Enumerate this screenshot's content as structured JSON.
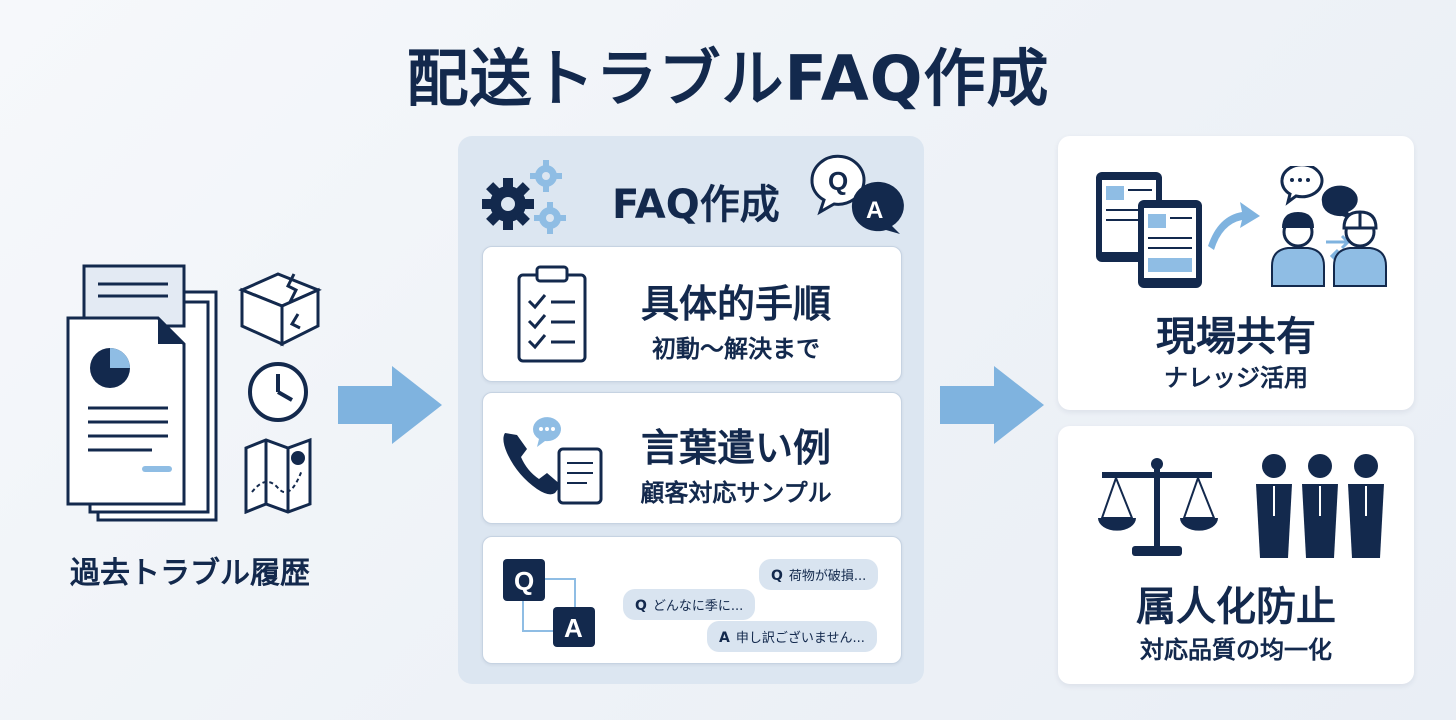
{
  "title": "配送トラブルFAQ作成",
  "source": {
    "label": "過去トラブル履歴"
  },
  "panel": {
    "title": "FAQ作成",
    "qa_badge": {
      "q": "Q",
      "a": "A"
    },
    "cards": [
      {
        "title": "具体的手順",
        "subtitle": "初動〜解決まで"
      },
      {
        "title": "言葉遣い例",
        "subtitle": "顧客対応サンプル"
      }
    ],
    "qa_card": {
      "q_tile": "Q",
      "a_tile": "A",
      "bubbles": [
        {
          "prefix": "Q",
          "text": "荷物が破損..."
        },
        {
          "prefix": "Q",
          "text": "どんなに季に..."
        },
        {
          "prefix": "A",
          "text": "申し訳ございません..."
        }
      ]
    }
  },
  "outputs": [
    {
      "title": "現場共有",
      "subtitle": "ナレッジ活用"
    },
    {
      "title": "属人化防止",
      "subtitle": "対応品質の均一化"
    }
  ],
  "colors": {
    "navy": "#13294d",
    "accent": "#7fb3df",
    "panel": "#dce6f1",
    "bubble": "#d9e4f0"
  }
}
